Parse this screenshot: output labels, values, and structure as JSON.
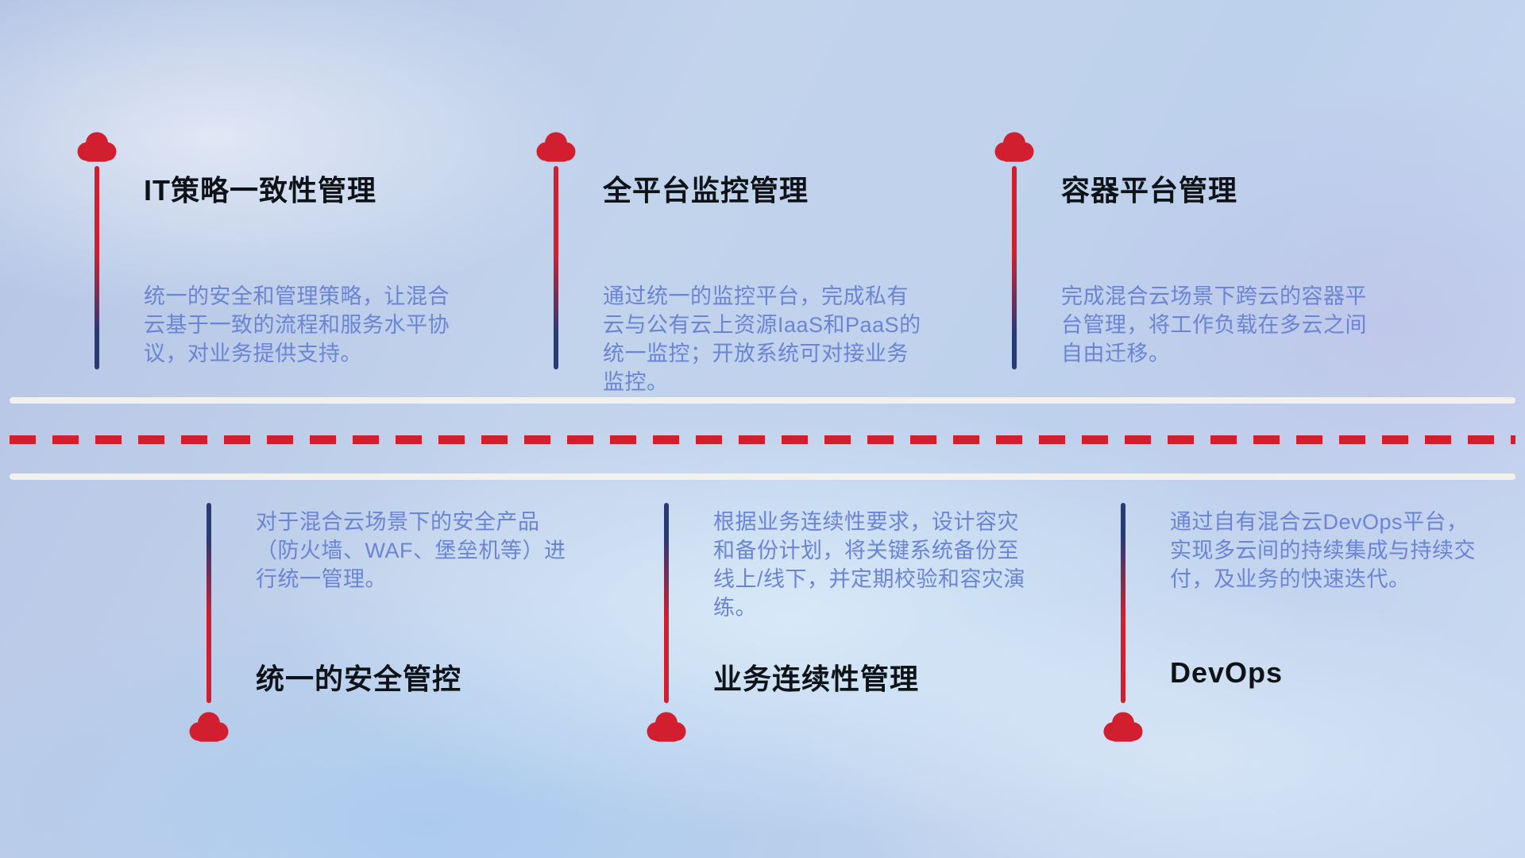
{
  "top_items": [
    {
      "title": "IT策略一致性管理",
      "description": "统一的安全和管理策略，让混合云基于一致的流程和服务水平协议，对业务提供支持。"
    },
    {
      "title": "全平台监控管理",
      "description": "通过统一的监控平台，完成私有云与公有云上资源IaaS和PaaS的统一监控；开放系统可对接业务监控。"
    },
    {
      "title": "容器平台管理",
      "description": "完成混合云场景下跨云的容器平台管理，将工作负载在多云之间自由迁移。"
    }
  ],
  "bottom_items": [
    {
      "title": "统一的安全管控",
      "description": "对于混合云场景下的安全产品（防火墙、WAF、堡垒机等）进行统一管理。"
    },
    {
      "title": "业务连续性管理",
      "description": "根据业务连续性要求，设计容灾和备份计划，将关键系统备份至线上/线下，并定期校验和容灾演练。"
    },
    {
      "title": "DevOps",
      "description": "通过自有混合云DevOps平台，实现多云间的持续集成与持续交付，及业务的快速迭代。"
    }
  ],
  "colors": {
    "cloud_red": "#d21f2f",
    "stem_navy": "#2a3a74",
    "dash_red": "#d21f2f",
    "road_white": "#f3f1ee",
    "title_text": "#0e1318",
    "description_text": "#6b84d4",
    "background_base": "#bfd1ec"
  }
}
